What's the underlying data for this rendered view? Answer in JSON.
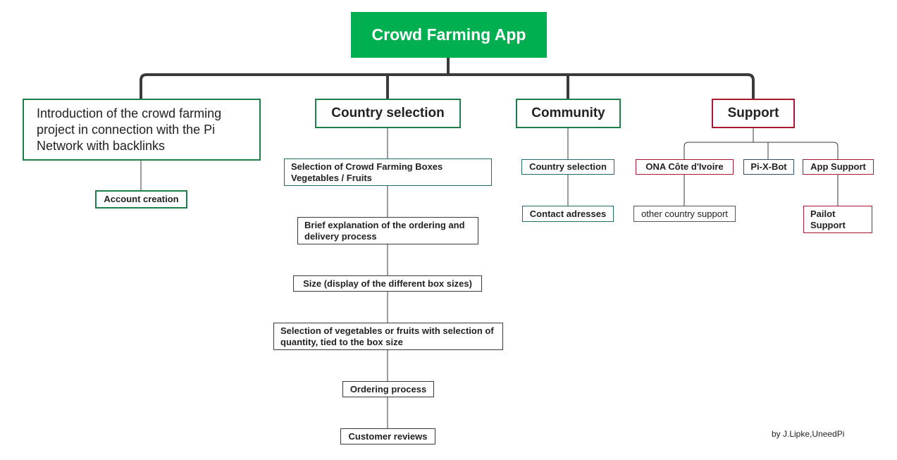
{
  "root": {
    "label": "Crowd Farming App"
  },
  "branches": {
    "intro": {
      "label": "Introduction of the crowd farming project in connection with the Pi Network with backlinks",
      "children": [
        "Account creation"
      ]
    },
    "country_selection": {
      "label": "Country selection",
      "children": [
        "Selection of Crowd Farming Boxes Vegetables / Fruits",
        "Brief explanation of the ordering and delivery process",
        "Size (display of the different box sizes)",
        "Selection of vegetables or fruits with selection of quantity, tied to the box size",
        "Ordering process",
        "Customer reviews"
      ]
    },
    "community": {
      "label": "Community",
      "children": [
        "Country selection",
        "Contact adresses"
      ]
    },
    "support": {
      "label": "Support",
      "children": [
        "ONA  Côte d'Ivoire",
        "Pi-X-Bot",
        "App Support"
      ],
      "ona_children": [
        "other country support"
      ],
      "app_support_children": [
        "Pailot Support"
      ]
    }
  },
  "credit": "by J.Lipke,UneedPi",
  "colors": {
    "root_fill": "#00b050",
    "green_border": "#1e7e47",
    "red_border": "#a6192e",
    "teal_border": "#1f6b6b",
    "connector": "#3a3a3a"
  }
}
